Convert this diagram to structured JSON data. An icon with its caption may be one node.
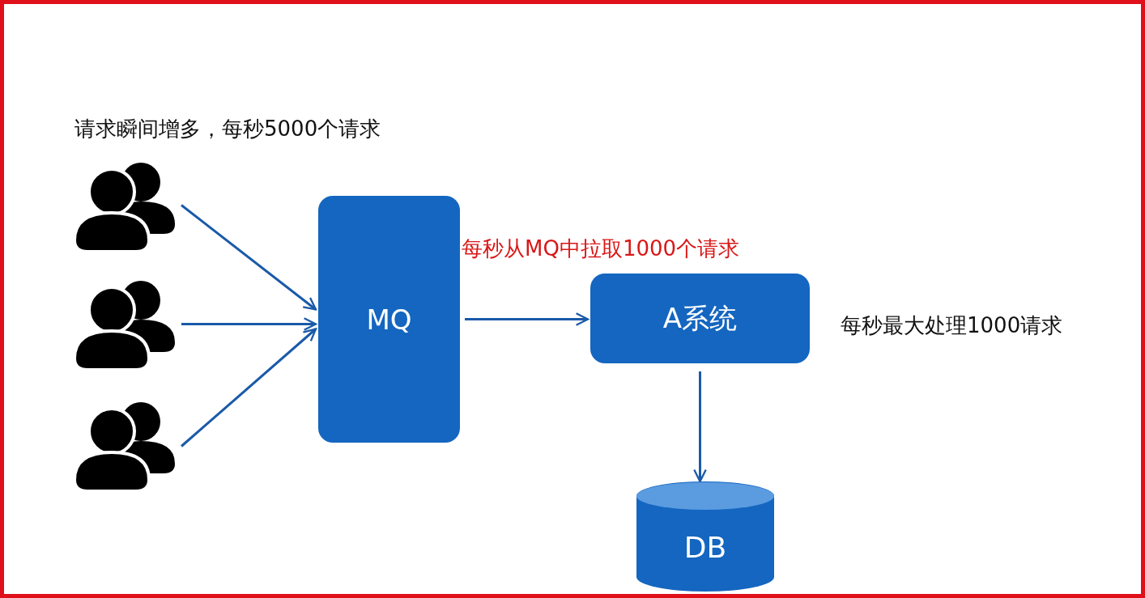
{
  "diagram": {
    "nodes": [
      {
        "text": [],
        "shape": "person"
      },
      {
        "text": [],
        "shape": "person"
      },
      {
        "text": [],
        "shape": "person"
      },
      {
        "text": [
          "MQ"
        ]
      },
      {
        "text": [
          "A系统"
        ],
        "beside": [
          "每秒最大处理1000请求"
        ]
      },
      {
        "text": [
          "DB"
        ]
      }
    ],
    "edges": [
      {
        "from": 0,
        "to": 3,
        "arrow": "to"
      },
      {
        "from": 1,
        "to": 3,
        "arrow": "to"
      },
      {
        "from": 2,
        "to": 3,
        "arrow": "to"
      },
      {
        "from": 3,
        "to": 4,
        "arrow": "to",
        "label": "每秒从MQ中拉取1000个请求"
      },
      {
        "from": 4,
        "to": 5,
        "arrow": "to"
      }
    ],
    "labels": [
      "请求瞬间增多，每秒5000个请求"
    ]
  }
}
